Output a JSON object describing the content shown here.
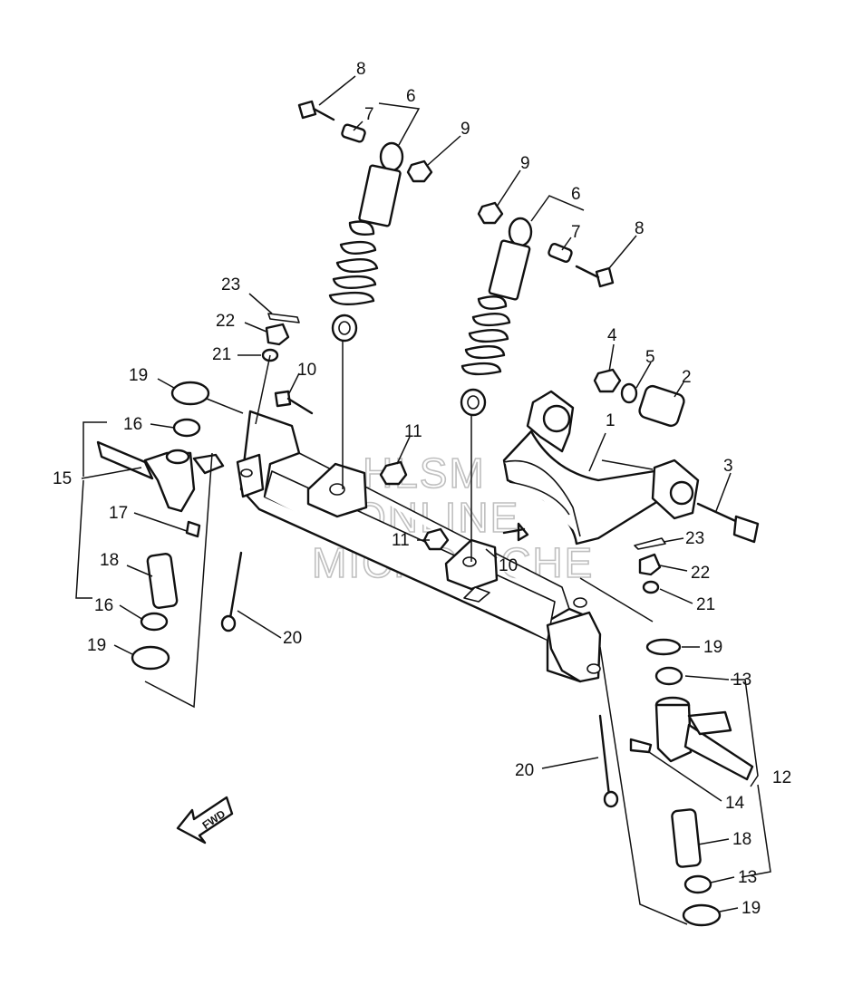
{
  "diagram": {
    "callouts": {
      "c1": "1",
      "c2": "2",
      "c3": "3",
      "c4": "4",
      "c5": "5",
      "c6a": "6",
      "c7a": "7",
      "c8a": "8",
      "c9a": "9",
      "c6b": "6",
      "c7b": "7",
      "c8b": "8",
      "c9b": "9",
      "c10a": "10",
      "c10b": "10",
      "c11a": "11",
      "c11b": "11",
      "c12": "12",
      "c13a": "13",
      "c13b": "13",
      "c14": "14",
      "c15": "15",
      "c16a": "16",
      "c16b": "16",
      "c17": "17",
      "c18a": "18",
      "c18b": "18",
      "c19a": "19",
      "c19b": "19",
      "c19c": "19",
      "c19d": "19",
      "c20a": "20",
      "c20b": "20",
      "c21a": "21",
      "c21b": "21",
      "c22a": "22",
      "c22b": "22",
      "c23a": "23",
      "c23b": "23"
    },
    "fwd_label": "FWD",
    "watermark": [
      "HLSM",
      "ONLINE",
      "MICROFICHE"
    ]
  },
  "colors": {
    "ink": "#111111",
    "background": "#ffffff",
    "watermark": "#bfbfbf"
  }
}
